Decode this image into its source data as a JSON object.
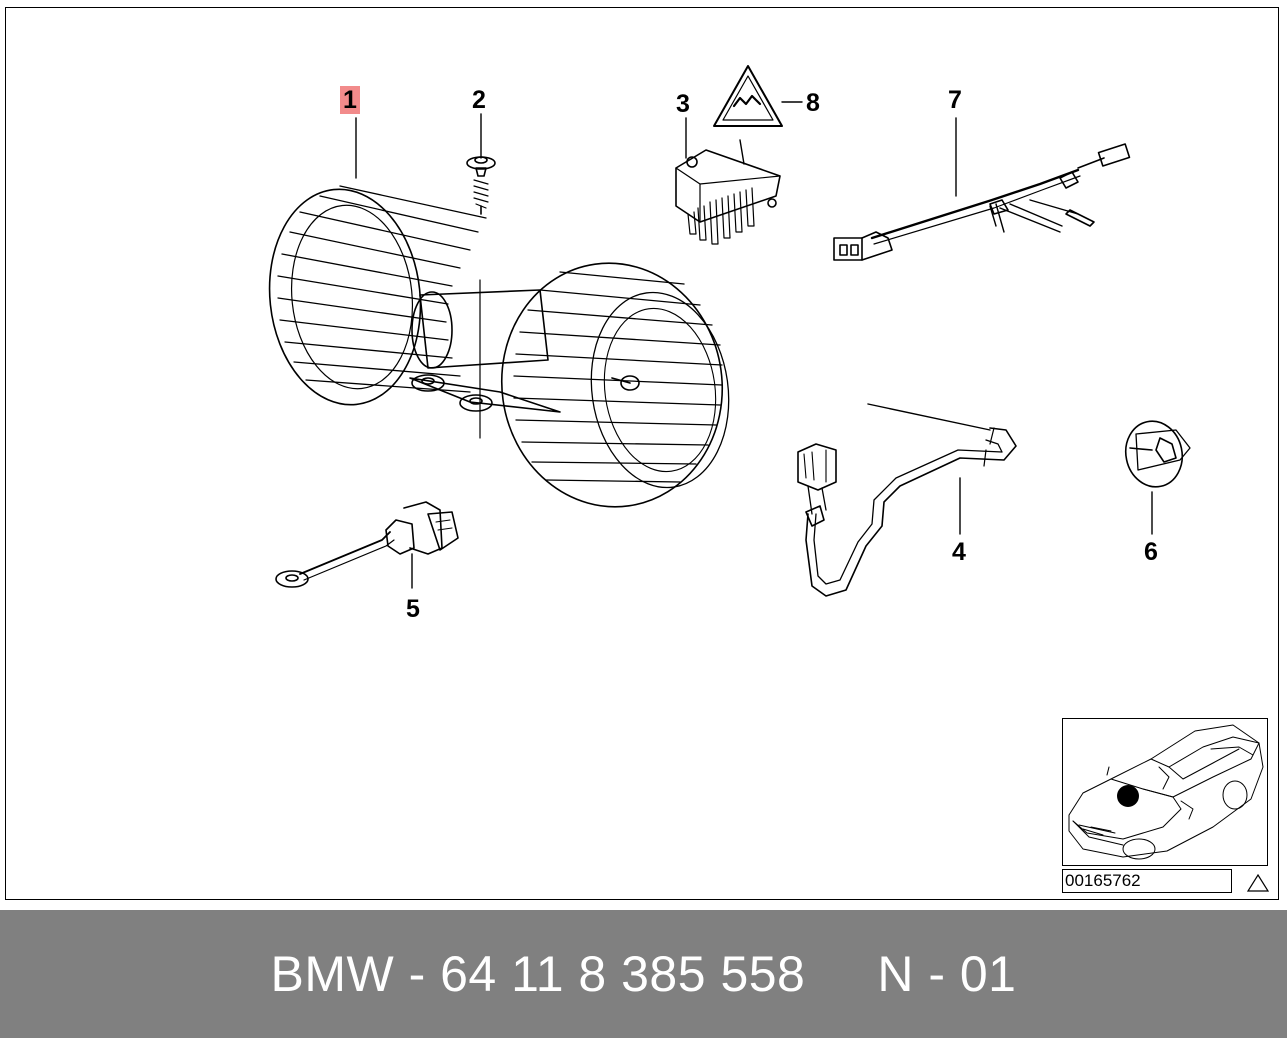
{
  "callouts": {
    "c1": "1",
    "c2": "2",
    "c3": "3",
    "c4": "4",
    "c5": "5",
    "c6": "6",
    "c7": "7",
    "c8": "8"
  },
  "diagram_code": "00165762",
  "footer": {
    "brand": "BMW",
    "part_number": "64 11 8 385 558",
    "revision": "N - 01",
    "text": "BMW - 64 11 8 385 558     N - 01"
  },
  "colors": {
    "highlight": "#f28b8b",
    "footer_bg": "#808080",
    "footer_text": "#ffffff",
    "line": "#000000"
  },
  "icons": [
    "warning-triangle-icon",
    "revision-triangle-icon"
  ]
}
